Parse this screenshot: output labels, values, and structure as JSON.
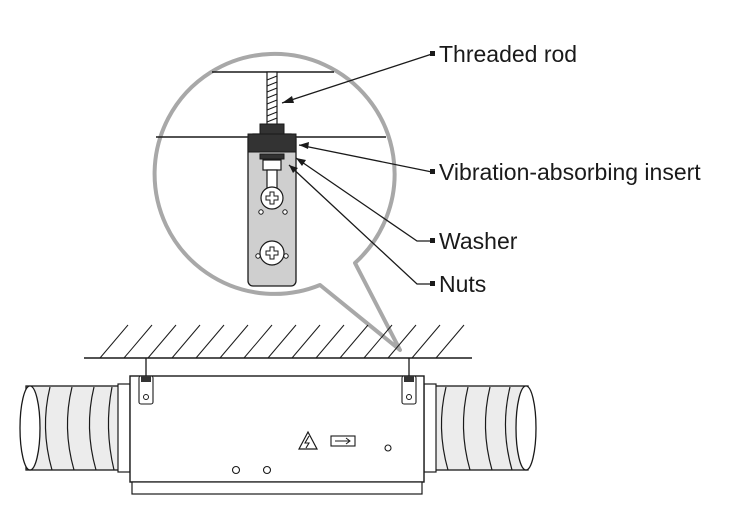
{
  "labels": {
    "threaded_rod": "Threaded rod",
    "vibration_insert": "Vibration-absorbing insert",
    "washer": "Washer",
    "nuts": "Nuts"
  },
  "colors": {
    "line": "#1a1a1a",
    "bubble_outline": "#a8a8a8",
    "bracket_fill": "#cfcfcf",
    "insert_fill": "#333333",
    "duct_fill": "#ececec"
  }
}
